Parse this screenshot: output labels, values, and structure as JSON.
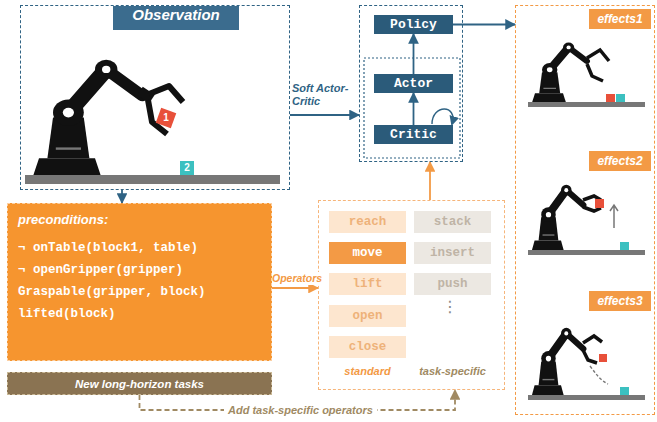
{
  "diagram": {
    "nodes": [
      {
        "text": [
          "Observation"
        ]
      },
      {
        "text": []
      },
      {
        "text": [
          "Policy"
        ],
        "in": 1
      },
      {
        "text": [
          "Actor"
        ],
        "in": 1
      },
      {
        "text": [
          "Critic"
        ],
        "in": 1
      },
      {
        "text": []
      },
      {
        "text": [
          "effects1"
        ],
        "in": 5
      },
      {
        "text": [
          "effects2"
        ],
        "in": 5
      },
      {
        "text": [
          "effects3"
        ],
        "in": 5
      },
      {
        "text": [
          "preconditions:",
          "¬ onTable(block1, table)",
          "¬ openGripper(gripper)",
          "Graspable(gripper, block)",
          "lifted(block)"
        ]
      },
      {
        "text": [
          "New long-horizon tasks"
        ]
      },
      {
        "text": [
          "standard",
          "task-specific"
        ]
      },
      {
        "text": [
          "reach"
        ],
        "in": 11
      },
      {
        "text": [
          "stack"
        ],
        "in": 11
      },
      {
        "text": [
          "move"
        ],
        "in": 11
      },
      {
        "text": [
          "insert"
        ],
        "in": 11
      },
      {
        "text": [
          "lift"
        ],
        "in": 11
      },
      {
        "text": [
          "push"
        ],
        "in": 11
      },
      {
        "text": [
          "open"
        ],
        "in": 11
      },
      {
        "text": [
          "close"
        ],
        "in": 11
      }
    ],
    "edges": [
      {
        "from": 0,
        "to": 1,
        "label": "Soft Actor-Critic",
        "arrow": "to"
      },
      {
        "from": 3,
        "to": 2,
        "arrow": "to"
      },
      {
        "from": 4,
        "to": 3,
        "arrow": "to"
      },
      {
        "from": 2,
        "to": 5,
        "arrow": "to"
      },
      {
        "from": 0,
        "to": 9,
        "arrow": "to"
      },
      {
        "from": 9,
        "to": 11,
        "label": "Operators",
        "arrow": "to"
      },
      {
        "from": 11,
        "to": 1,
        "arrow": "to"
      },
      {
        "from": 10,
        "to": 11,
        "label": "Add task-specific operators",
        "arrow": "to"
      }
    ],
    "labels": [
      "1",
      "2",
      "⋮"
    ]
  }
}
